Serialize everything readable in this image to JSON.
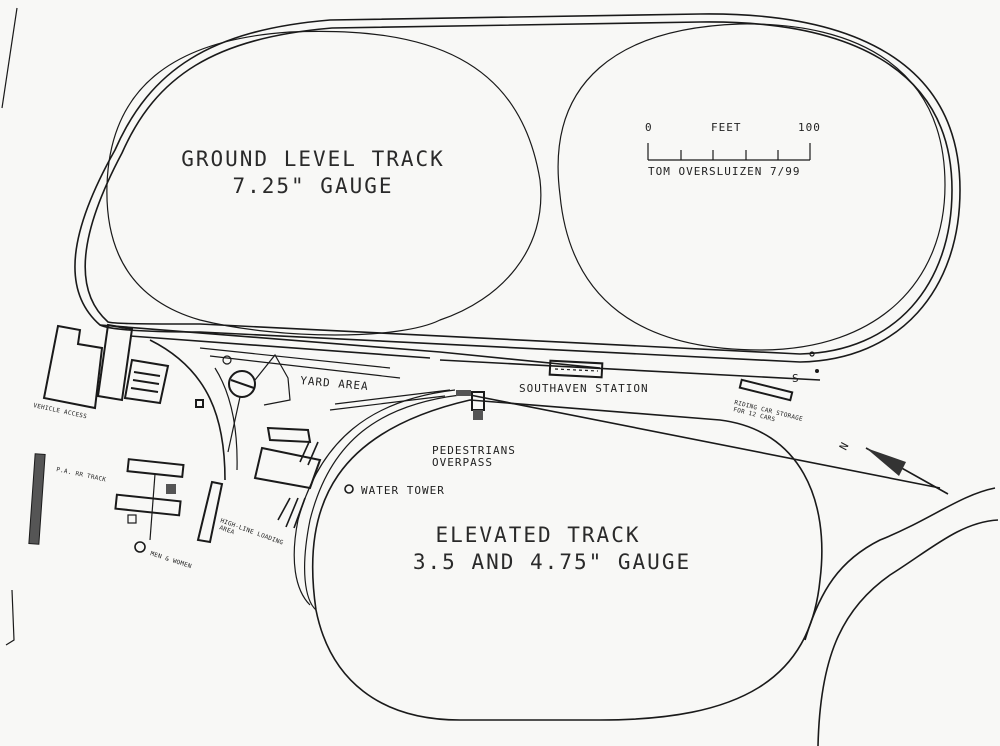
{
  "map": {
    "title_ground": "GROUND LEVEL TRACK",
    "subtitle_ground": "7.25\" GAUGE",
    "title_elevated": "ELEVATED TRACK",
    "subtitle_elevated": "3.5 AND 4.75\" GAUGE",
    "colors": {
      "background": "#f8f8f6",
      "line": "#1a1a1a",
      "fill_dark": "#555555"
    }
  },
  "scale_bar": {
    "start_label": "0",
    "unit_label": "FEET",
    "end_label": "100",
    "credit": "TOM OVERSLUIZEN 7/99"
  },
  "labels": {
    "yard_area": "YARD AREA",
    "southaven_station": "SOUTHAVEN STATION",
    "pedestrians_overpass_1": "PEDESTRIANS",
    "pedestrians_overpass_2": "OVERPASS",
    "water_tower": "WATER TOWER",
    "riding_car_storage_1": "RIDING CAR STORAGE",
    "riding_car_storage_2": "FOR 12 CARS",
    "vehicle_access": "VEHICLE ACCESS",
    "pa_rr_track": "P.A. RR TRACK",
    "high_line_loading_1": "HIGH-LINE LOADING",
    "high_line_loading_2": "AREA",
    "men_women": "MEN & WOMEN",
    "signal_s": "S",
    "north": "N"
  }
}
